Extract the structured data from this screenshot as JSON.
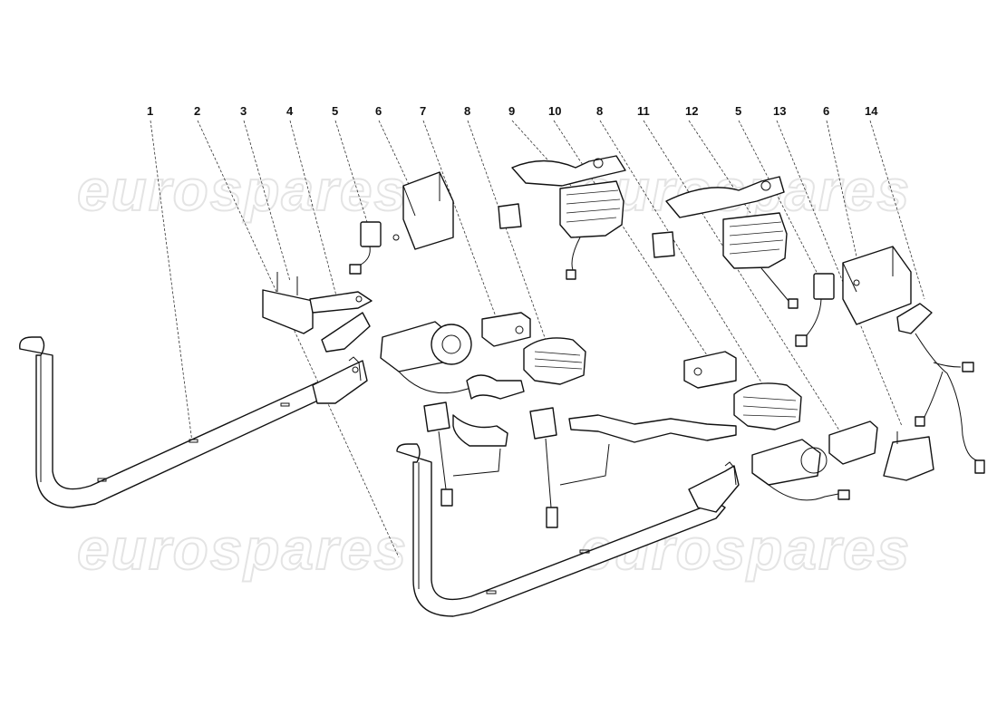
{
  "watermark": "eurospares",
  "callouts": [
    "1",
    "2",
    "3",
    "4",
    "5",
    "6",
    "7",
    "8",
    "9",
    "10",
    "8",
    "11",
    "12",
    "5",
    "13",
    "6",
    "14"
  ]
}
